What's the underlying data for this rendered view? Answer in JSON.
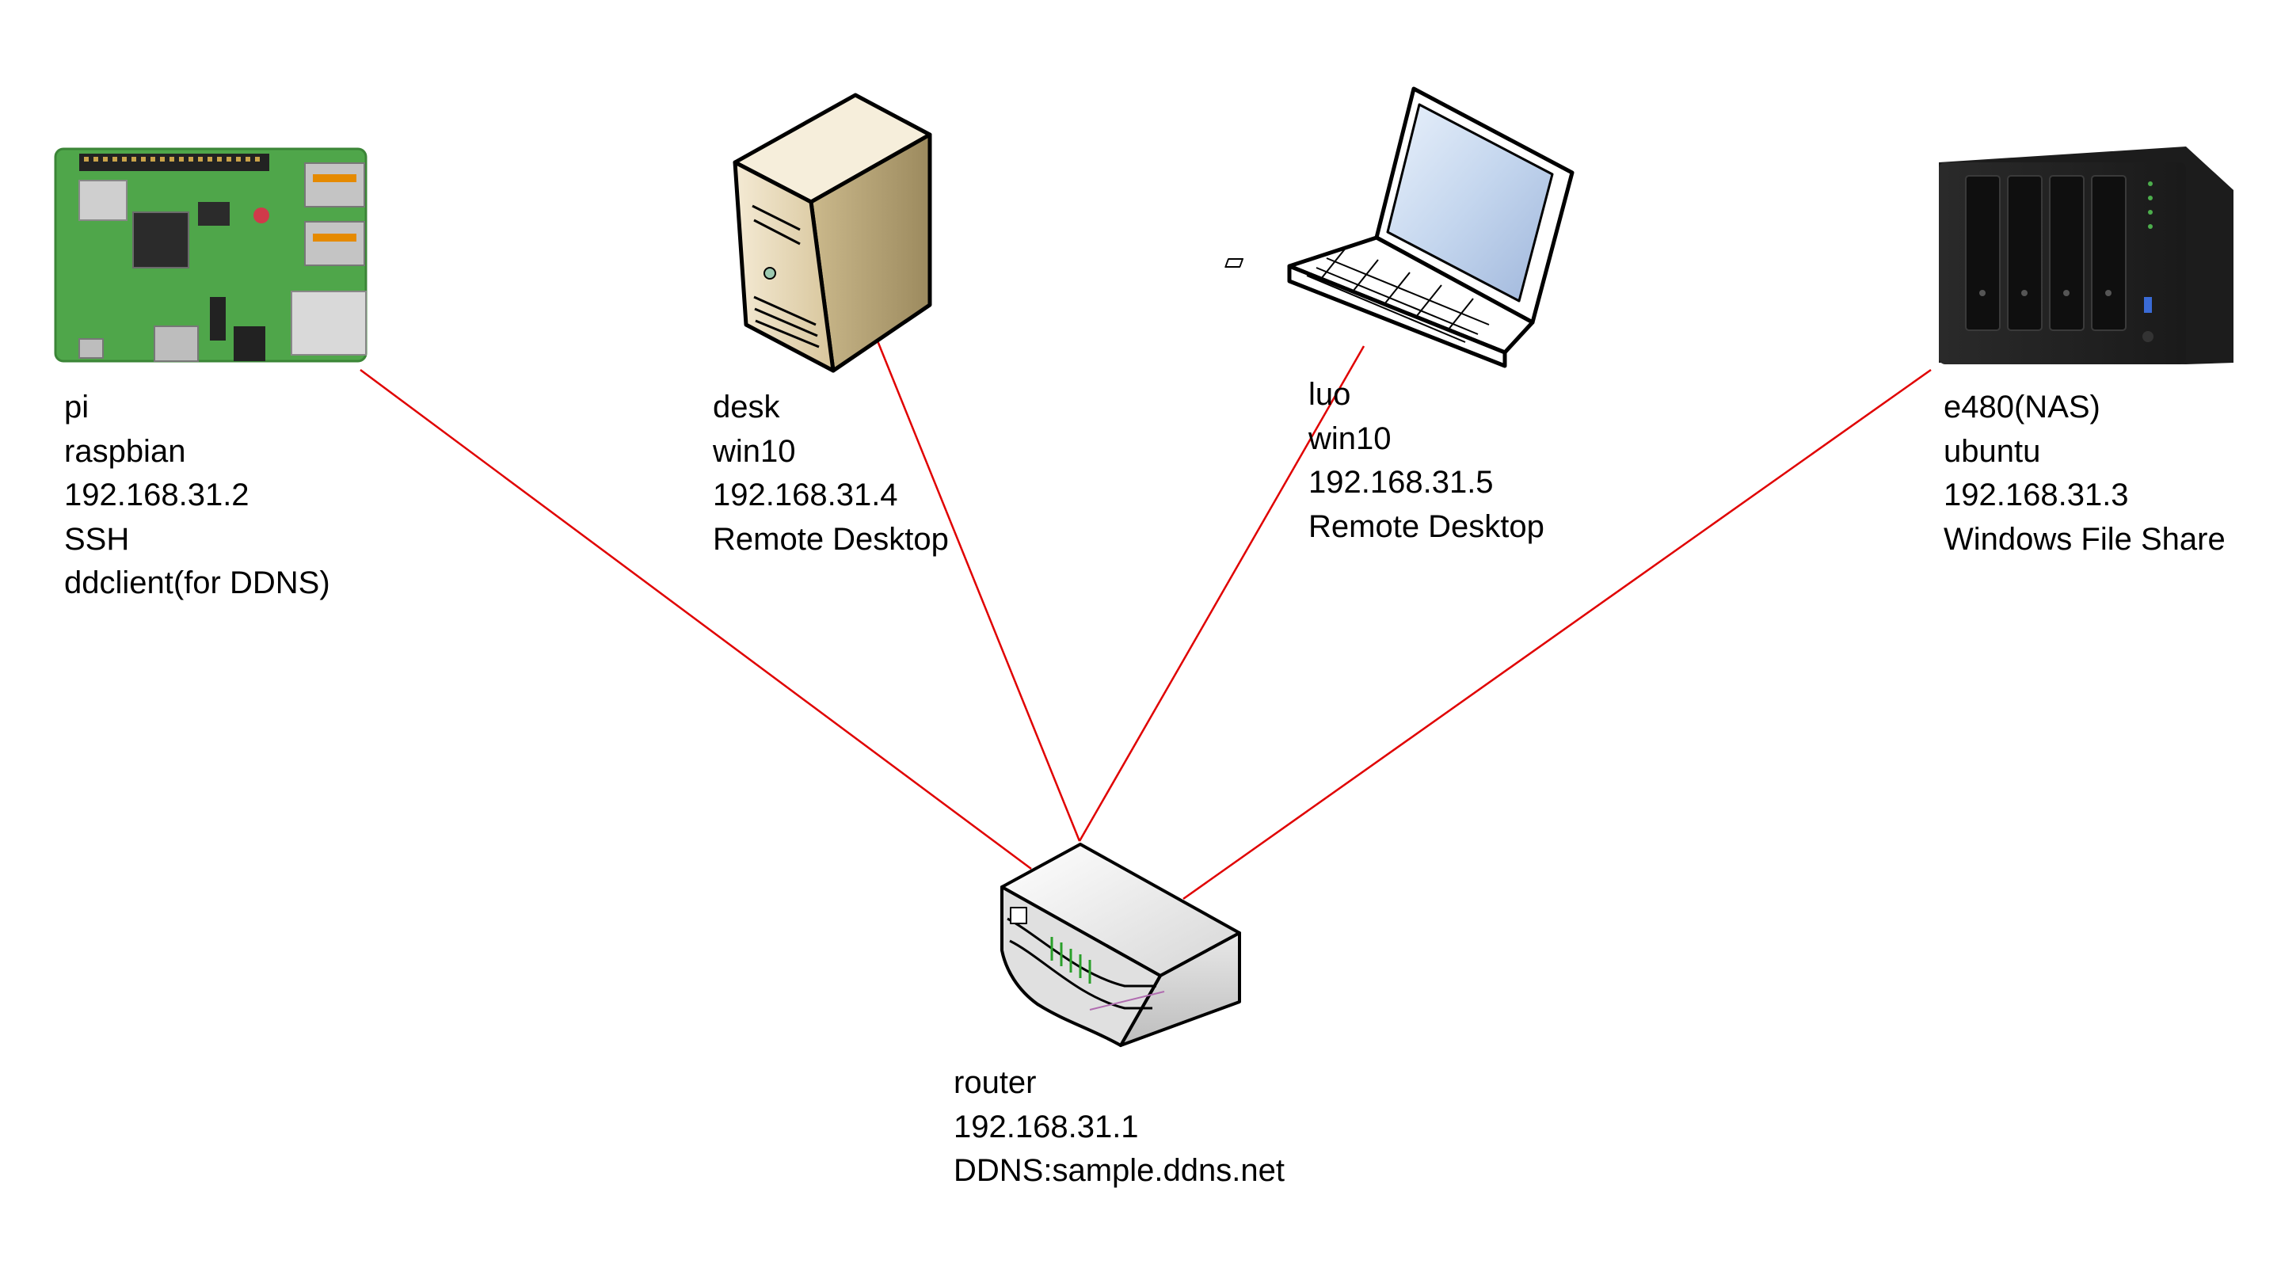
{
  "colors": {
    "background": "#ffffff",
    "link": "#e00000",
    "text": "#000000"
  },
  "nodes": {
    "pi": {
      "icon": "raspberry-pi-board-icon",
      "lines": [
        "pi",
        "raspbian",
        "192.168.31.2",
        "SSH",
        "ddclient(for DDNS)"
      ]
    },
    "desk": {
      "icon": "desktop-tower-icon",
      "lines": [
        "desk",
        "win10",
        "192.168.31.4",
        "Remote Desktop"
      ]
    },
    "luo": {
      "icon": "laptop-icon",
      "lines": [
        "luo",
        "win10",
        "192.168.31.5",
        "Remote Desktop"
      ]
    },
    "nas": {
      "icon": "nas-server-icon",
      "lines": [
        "e480(NAS)",
        "ubuntu",
        "192.168.31.3",
        "Windows File Share"
      ]
    },
    "router": {
      "icon": "router-icon",
      "lines": [
        "router",
        "192.168.31.1",
        "DDNS:sample.ddns.net"
      ]
    }
  },
  "links": [
    {
      "from": "pi",
      "to": "router"
    },
    {
      "from": "desk",
      "to": "router"
    },
    {
      "from": "luo",
      "to": "router"
    },
    {
      "from": "nas",
      "to": "router"
    }
  ]
}
